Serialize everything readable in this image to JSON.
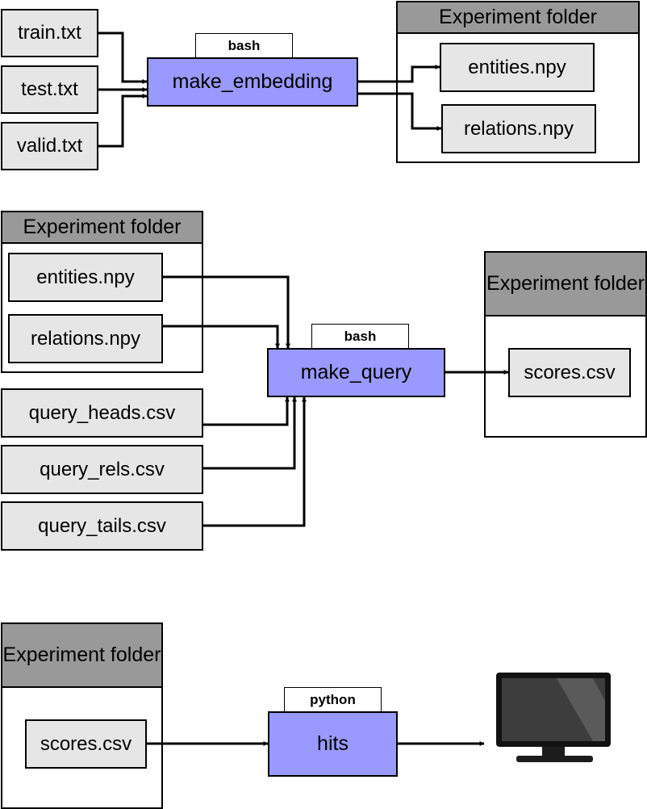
{
  "colors": {
    "file_fill": "#e6e6e6",
    "process_fill": "#9999ff",
    "folder_header_fill": "#999999",
    "stroke": "#000000"
  },
  "stage1": {
    "inputs": [
      "train.txt",
      "test.txt",
      "valid.txt"
    ],
    "tag": "bash",
    "process": "make_embedding",
    "folder_title": "Experiment folder",
    "outputs": [
      "entities.npy",
      "relations.npy"
    ]
  },
  "stage2": {
    "folder_title": "Experiment folder",
    "folder_files": [
      "entities.npy",
      "relations.npy"
    ],
    "query_files": [
      "query_heads.csv",
      "query_rels.csv",
      "query_tails.csv"
    ],
    "tag": "bash",
    "process": "make_query",
    "out_folder_title": "Experiment folder",
    "output": "scores.csv"
  },
  "stage3": {
    "folder_title": "Experiment folder",
    "input": "scores.csv",
    "tag": "python",
    "process": "hits",
    "destination_icon": "monitor-icon"
  }
}
